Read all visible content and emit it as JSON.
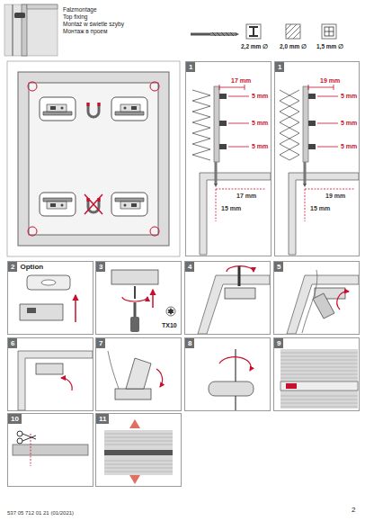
{
  "diagram": {
    "nodes": [
      {
        "text": [
          "1"
        ]
      },
      {
        "text": [
          "1"
        ]
      },
      {
        "text": [
          "2",
          "Option"
        ]
      },
      {
        "text": [
          "3"
        ]
      },
      {
        "text": [
          "4"
        ]
      },
      {
        "text": [
          "5"
        ]
      },
      {
        "text": [
          "6"
        ]
      },
      {
        "text": [
          "7"
        ]
      },
      {
        "text": [
          "8"
        ]
      },
      {
        "text": [
          "9"
        ]
      },
      {
        "text": [
          "10"
        ]
      },
      {
        "text": [
          "11"
        ]
      }
    ],
    "labels": [
      "Falzmontage",
      "Top fixing",
      "Montaż w świetle szyby",
      "Монтаж в проем",
      "2,2 mm ∅",
      "2,0 mm ∅",
      "1,5 mm ∅",
      "17 mm",
      "5 mm",
      "5 mm",
      "5 mm",
      "17 mm",
      "15 mm",
      "19 mm",
      "5 mm",
      "5 mm",
      "5 mm",
      "19 mm",
      "15 mm",
      "TX10",
      "537 05 712 01 21 (01/2021)",
      "2"
    ]
  }
}
